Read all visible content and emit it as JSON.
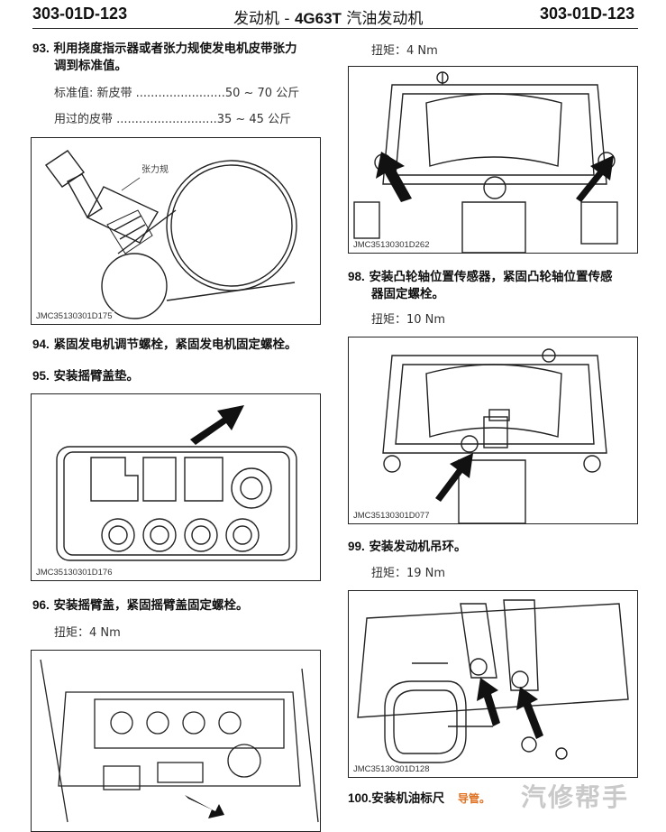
{
  "header": {
    "code_left": "303-01D-123",
    "title_prefix": "发动机 - ",
    "title_bold": "4G63T",
    "title_suffix": " 汽油发动机",
    "code_right": "303-01D-123"
  },
  "steps": {
    "s93": {
      "num": "93.",
      "text_line1": "利用挠度指示器或者张力规使发电机皮带张力",
      "text_line2": "调到标准值。"
    },
    "s93_std_new": "标准值: 新皮带 ........................50 ~ 70 公斤",
    "s93_std_used": "用过的皮带 ...........................35 ~ 45 公斤",
    "s94": {
      "num": "94.",
      "text": "紧固发电机调节螺栓，紧固发电机固定螺栓。"
    },
    "s95": {
      "num": "95.",
      "text": "安装摇臂盖垫。"
    },
    "s96": {
      "num": "96.",
      "text": "安装摇臂盖，紧固摇臂盖固定螺栓。"
    },
    "s96_torque": "扭矩：4 Nm",
    "s97_torque": "扭矩：4 Nm",
    "s98": {
      "num": "98.",
      "text_line1": "安装凸轮轴位置传感器，紧固凸轮轴位置传感",
      "text_line2": "器固定螺栓。"
    },
    "s98_torque": "扭矩：10 Nm",
    "s99": {
      "num": "99.",
      "text": "安装发动机吊环。"
    },
    "s99_torque": "扭矩：19 Nm",
    "s100": {
      "num": "100.",
      "text": "安装机油标尺"
    }
  },
  "figures": {
    "f175": {
      "caption": "JMC35130301D175",
      "label": "张力规"
    },
    "f176": {
      "caption": "JMC35130301D176"
    },
    "f262": {
      "caption": "JMC35130301D262"
    },
    "f077": {
      "caption": "JMC35130301D077"
    },
    "f128": {
      "caption": "JMC35130301D128"
    }
  },
  "watermark": {
    "guide": "导管。",
    "brand": "汽修帮手"
  }
}
